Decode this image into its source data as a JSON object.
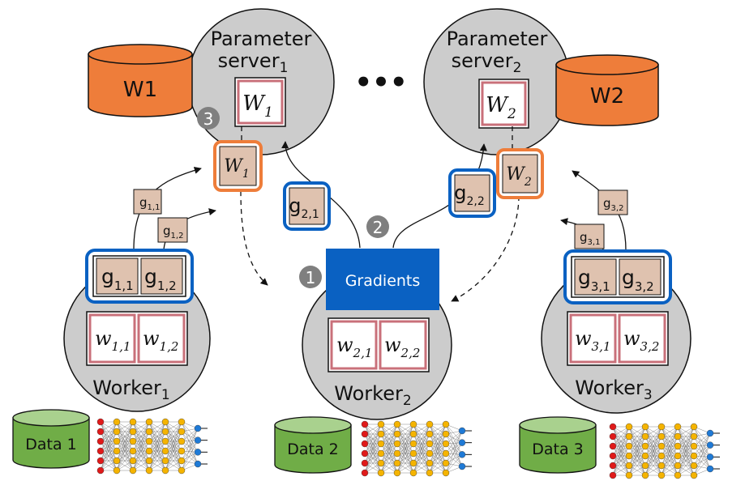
{
  "ps1": {
    "title_line1": "Parameter",
    "title_line2_main": "server",
    "title_line2_sub": "1",
    "weight_main": "W",
    "weight_sub": "1",
    "storage_label": "W1"
  },
  "ps2": {
    "title_line1": "Parameter",
    "title_line2_main": "server",
    "title_line2_sub": "2",
    "weight_main": "W",
    "weight_sub": "2",
    "storage_label": "W2"
  },
  "ellipsis": "•••",
  "steps": {
    "one": "1",
    "two": "2",
    "three": "3"
  },
  "gradients_label": "Gradients",
  "pushed_weights": [
    {
      "main": "W",
      "sub": "1"
    },
    {
      "main": "W",
      "sub": "2"
    }
  ],
  "workers": [
    {
      "name_main": "Worker",
      "name_sub": "1",
      "data": "Data 1",
      "grads": [
        {
          "main": "g",
          "sub": "1,1"
        },
        {
          "main": "g",
          "sub": "1,2"
        }
      ],
      "weights": [
        {
          "main": "w",
          "sub": "1,1"
        },
        {
          "main": "w",
          "sub": "1,2"
        }
      ]
    },
    {
      "name_main": "Worker",
      "name_sub": "2",
      "data": "Data 2",
      "grads": [
        {
          "main": "g",
          "sub": "2,1"
        },
        {
          "main": "g",
          "sub": "2,2"
        }
      ],
      "weights": [
        {
          "main": "w",
          "sub": "2,1"
        },
        {
          "main": "w",
          "sub": "2,2"
        }
      ]
    },
    {
      "name_main": "Worker",
      "name_sub": "3",
      "data": "Data 3",
      "grads": [
        {
          "main": "g",
          "sub": "3,1"
        },
        {
          "main": "g",
          "sub": "3,2"
        }
      ],
      "weights": [
        {
          "main": "w",
          "sub": "3,1"
        },
        {
          "main": "w",
          "sub": "3,2"
        }
      ]
    }
  ],
  "colors": {
    "server_fill": "#cccccc",
    "storage_orange": "#ee7d3a",
    "data_green": "#70ad47",
    "gradient_blue": "#0a61c2",
    "weight_border": "#c9707a",
    "grad_fill": "#dfc2af"
  }
}
